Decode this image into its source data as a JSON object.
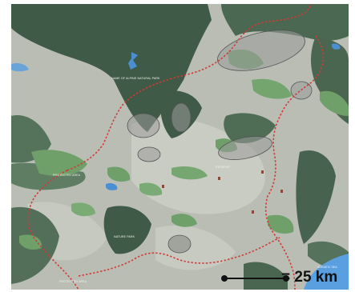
{
  "map": {
    "colors": {
      "terrain": "#b9bdb4",
      "terrain_light": "#c9ccc3",
      "forest_dark": "#3f5a47",
      "forest_mid": "#5b7a5f",
      "vegetation": "#6fa06a",
      "water": "#4a8fd4",
      "sea": "#5aa0e0",
      "boundary": "#d23a35",
      "zone_fill": "#9a9a9a",
      "zone_stroke": "#555555"
    },
    "place_labels": {
      "park_name": "NAME OF ALPINE NATURAL PARK",
      "west_label": "PROTECTED AREA",
      "central_label": "RESERVE",
      "south_label": "NATURE PARK",
      "southwest_label": "PROTECTED AREA",
      "sea_label": "ADRIATIC SEA"
    }
  },
  "scale_bar": {
    "label": "= 25 km"
  }
}
